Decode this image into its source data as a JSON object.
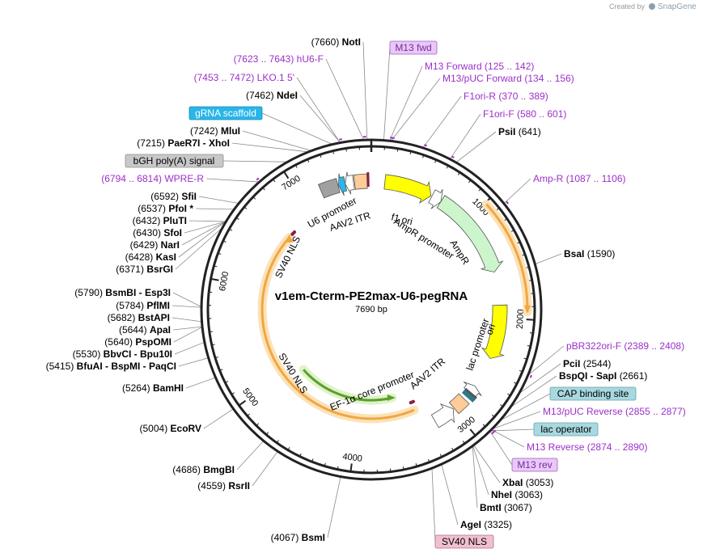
{
  "plasmid": {
    "name": "v1em-Cterm-PE2max-U6-pegRNA",
    "length": "7690 bp",
    "total_bp": 7690
  },
  "credit": {
    "created_by": "Created by",
    "brand": "SnapGene"
  },
  "ticks": [
    {
      "bp": 1000,
      "label": "1000"
    },
    {
      "bp": 2000,
      "label": "2000"
    },
    {
      "bp": 3000,
      "label": "3000"
    },
    {
      "bp": 4000,
      "label": "4000"
    },
    {
      "bp": 5000,
      "label": "5000"
    },
    {
      "bp": 6000,
      "label": "6000"
    },
    {
      "bp": 7000,
      "label": "7000"
    }
  ],
  "sites_left": [
    {
      "pos": "(7660)",
      "name": "NotI",
      "bp": 7660
    },
    {
      "pos": "(7462)",
      "name": "NdeI",
      "bp": 7462
    },
    {
      "pos": "(7242)",
      "name": "MluI",
      "bp": 7242
    },
    {
      "pos": "(7215)",
      "name": "PaeR7I  -  XhoI",
      "bp": 7215
    },
    {
      "pos": "(6592)",
      "name": "SfiI",
      "bp": 6592
    },
    {
      "pos": "(6537)",
      "name": "PfoI *",
      "bp": 6537
    },
    {
      "pos": "(6432)",
      "name": "PluTI",
      "bp": 6432
    },
    {
      "pos": "(6430)",
      "name": "SfoI",
      "bp": 6430
    },
    {
      "pos": "(6429)",
      "name": "NarI",
      "bp": 6429
    },
    {
      "pos": "(6428)",
      "name": "KasI",
      "bp": 6428
    },
    {
      "pos": "(6371)",
      "name": "BsrGI",
      "bp": 6371
    },
    {
      "pos": "(5790)",
      "name": "BsmBI  -  Esp3I",
      "bp": 5790
    },
    {
      "pos": "(5784)",
      "name": "PflMI",
      "bp": 5784
    },
    {
      "pos": "(5682)",
      "name": "BstAPI",
      "bp": 5682
    },
    {
      "pos": "(5644)",
      "name": "ApaI",
      "bp": 5644
    },
    {
      "pos": "(5640)",
      "name": "PspOMI",
      "bp": 5640
    },
    {
      "pos": "(5530)",
      "name": "BbvCI  -  Bpu10I",
      "bp": 5530
    },
    {
      "pos": "(5415)",
      "name": "BfuAI  -  BspMI  -  PaqCI",
      "bp": 5415
    },
    {
      "pos": "(5264)",
      "name": "BamHI",
      "bp": 5264
    },
    {
      "pos": "(5004)",
      "name": "EcoRV",
      "bp": 5004
    },
    {
      "pos": "(4686)",
      "name": "BmgBI",
      "bp": 4686
    },
    {
      "pos": "(4559)",
      "name": "RsrII",
      "bp": 4559
    },
    {
      "pos": "(4067)",
      "name": "BsmI",
      "bp": 4067
    }
  ],
  "sites_right": [
    {
      "pos": "(641)",
      "name": "PsiI",
      "bp": 641
    },
    {
      "pos": "(1590)",
      "name": "BsaI",
      "bp": 1590
    },
    {
      "pos": "(2544)",
      "name": "PciI",
      "bp": 2544
    },
    {
      "pos": "(2661)",
      "name": "BspQI  -  SapI",
      "bp": 2661
    },
    {
      "pos": "(3053)",
      "name": "XbaI",
      "bp": 3053
    },
    {
      "pos": "(3063)",
      "name": "NheI",
      "bp": 3063
    },
    {
      "pos": "(3067)",
      "name": "BmtI",
      "bp": 3067
    },
    {
      "pos": "(3325)",
      "name": "AgeI",
      "bp": 3325
    }
  ],
  "primers_left": [
    {
      "range": "(7623 .. 7643)",
      "name": "hU6-F",
      "bp": 7633
    },
    {
      "range": "(7453 .. 7472)",
      "name": "LKO.1 5'",
      "bp": 7462
    },
    {
      "range": "(6794 .. 6814)",
      "name": "WPRE-R",
      "bp": 6804
    }
  ],
  "primers_right": [
    {
      "name": "M13 Forward",
      "range": "(125 .. 142)",
      "bp": 133
    },
    {
      "name": "M13/pUC Forward",
      "range": "(134 .. 156)",
      "bp": 145
    },
    {
      "name": "F1ori-R",
      "range": "(370 .. 389)",
      "bp": 380
    },
    {
      "name": "F1ori-F",
      "range": "(580 .. 601)",
      "bp": 590
    },
    {
      "name": "Amp-R",
      "range": "(1087 .. 1106)",
      "bp": 1096
    },
    {
      "name": "pBR322ori-F",
      "range": "(2389 .. 2408)",
      "bp": 2398
    },
    {
      "name": "M13/pUC Reverse",
      "range": "(2855 .. 2877)",
      "bp": 2866
    },
    {
      "name": "M13 Reverse",
      "range": "(2874 .. 2890)",
      "bp": 2882
    }
  ],
  "badges": [
    {
      "text": "M13 fwd",
      "bg": "#e8c8f8",
      "border": "#a060c0",
      "color": "#7a2a9a",
      "bp": 90
    },
    {
      "text": "gRNA scaffold",
      "bg": "#29b6e8",
      "border": "#1a8ab0",
      "color": "#ffffff",
      "bp": 7400
    },
    {
      "text": "bGH poly(A) signal",
      "bg": "#c8c8c8",
      "border": "#909090",
      "color": "#000000",
      "bp": 7050
    },
    {
      "text": "CAP binding site",
      "bg": "#a8d8e0",
      "border": "#6aa0a8",
      "color": "#000000",
      "bp": 2780
    },
    {
      "text": "lac operator",
      "bg": "#a8d8e0",
      "border": "#6aa0a8",
      "color": "#000000",
      "bp": 2890
    },
    {
      "text": "M13 rev",
      "bg": "#e8c8f8",
      "border": "#a060c0",
      "color": "#7a2a9a",
      "bp": 2900
    },
    {
      "text": "SV40 NLS",
      "bg": "#f0c0d0",
      "border": "#b07088",
      "color": "#000000",
      "bp": 3400
    }
  ],
  "features": [
    {
      "name": "f1 ori",
      "color": "#ffff00",
      "start": 130,
      "end": 590,
      "dir": 1
    },
    {
      "name": "AmpR promoter",
      "color": "#ffffff",
      "start": 600,
      "end": 700,
      "dir": 1
    },
    {
      "name": "AmpR",
      "color": "#ccf5cc",
      "start": 700,
      "end": 1560,
      "dir": 1
    },
    {
      "name": "ori",
      "color": "#ffff00",
      "start": 1880,
      "end": 2400,
      "dir": 1
    },
    {
      "name": "lac promoter",
      "color": "#ffffff",
      "start": 2700,
      "end": 2780,
      "dir": -1
    },
    {
      "name": "AAV2 ITR",
      "color": "#ffcc99",
      "start": 2860,
      "end": 2990,
      "dir": 0
    },
    {
      "name": "EF-1α core promoter",
      "color": "#ffffff",
      "start": 3000,
      "end": 3210,
      "dir": -1
    },
    {
      "name": "AAV2 ITR",
      "color": "#ffcc99",
      "start": 7530,
      "end": 7650,
      "dir": 0
    },
    {
      "name": "U6 promoter",
      "color": "#ffffff",
      "start": 7440,
      "end": 7520,
      "dir": -1
    },
    {
      "name": "gRNA scaffold",
      "color": "#29b6e8",
      "start": 7375,
      "end": 7440,
      "dir": -1
    },
    {
      "name": "bGH poly(A) signal",
      "color": "#a0a0a0",
      "start": 7200,
      "end": 7370,
      "dir": 0
    }
  ],
  "inner_labels": [
    {
      "text": "f1 ori"
    },
    {
      "text": "AmpR promoter"
    },
    {
      "text": "AmpR"
    },
    {
      "text": "ori"
    },
    {
      "text": "lac promoter"
    },
    {
      "text": "AAV2 ITR"
    },
    {
      "text": "EF-1α core promoter"
    },
    {
      "text": "SV40 NLS"
    },
    {
      "text": "SV40 NLS"
    },
    {
      "text": "U6 promoter"
    },
    {
      "text": "AAV2 ITR"
    }
  ],
  "colors": {
    "backbone": "#222222",
    "orange_arc": "#f2a640",
    "orange_halo": "#fbe2b8",
    "green_arc": "#5aa02c",
    "green_halo": "#e0f2c8",
    "sv40_nls": "#8a2040",
    "primer_mark": "#9b30c8",
    "lead": "#8a8a8a"
  }
}
